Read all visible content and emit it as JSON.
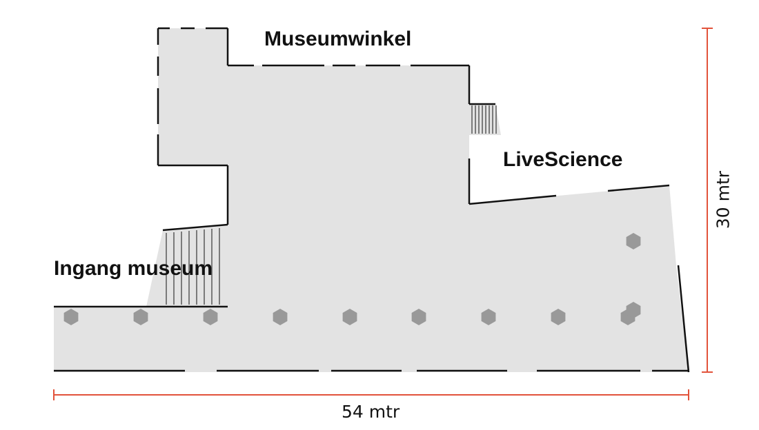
{
  "labels": {
    "shop": "Museumwinkel",
    "lab": "LiveScience",
    "entrance": "Ingang museum"
  },
  "dimensions": {
    "width": "54 mtr",
    "height": "30 mtr"
  },
  "columns": {
    "count": 11
  },
  "colors": {
    "floor": "#e3e3e3",
    "wall": "#111111",
    "column": "#999999",
    "dimension_line": "#e2523a"
  }
}
